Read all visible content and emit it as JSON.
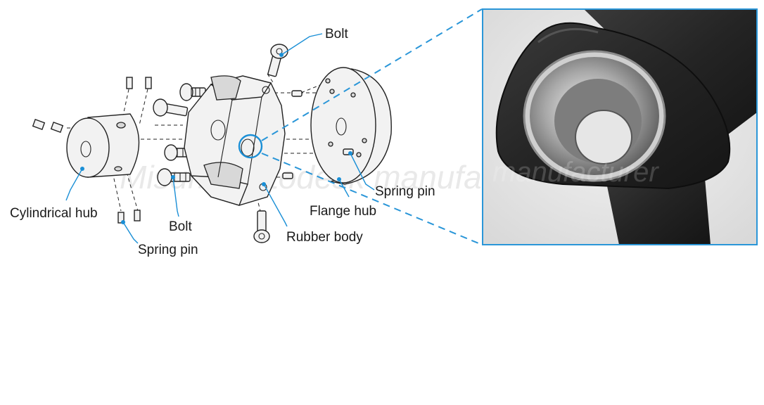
{
  "diagram": {
    "labels": {
      "bolt_top": "Bolt",
      "spring_pin_right": "Spring pin",
      "flange_hub": "Flange hub",
      "rubber_body": "Rubber body",
      "cylindrical_hub": "Cylindrical hub",
      "bolt_bottom": "Bolt",
      "spring_pin_bottom": "Spring pin"
    },
    "watermark": "Misumi Autodesk manufacturer",
    "colors": {
      "accent": "#1a8fd6",
      "zoom_frame": "#2a96d8",
      "part_stroke": "#222222",
      "photo_body": "#2b2b2b"
    }
  }
}
